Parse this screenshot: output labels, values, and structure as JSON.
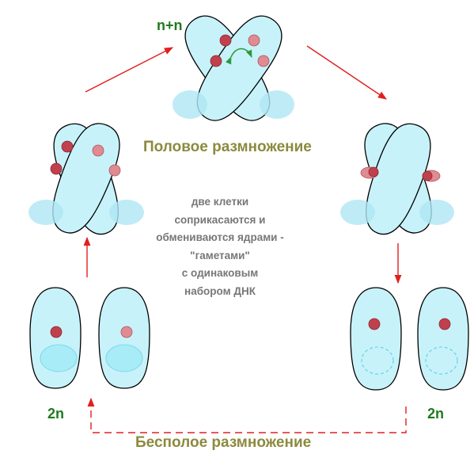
{
  "title_sexual": "Половое размножение",
  "title_asexual": "Бесполое размножение",
  "label_top": "n+n",
  "label_bottom_left": "2n",
  "label_bottom_right": "2n",
  "description_lines": [
    "две клетки",
    "соприкасаются и",
    "обмениваются ядрами -",
    "\"гаметами\"",
    "с одинаковым",
    "набором ДНК"
  ],
  "colors": {
    "cell_fill": "#c8f2fa",
    "cell_outline": "#000000",
    "nucleus_dark": "#c0404c",
    "nucleus_light": "#e08a92",
    "macronucleus": "#a8ecf8",
    "arrow_red": "#e02020",
    "exchange_arrow": "#2a9a3a",
    "title_color": "#8c8a3e",
    "ploidy_color": "#1f7a1f"
  }
}
